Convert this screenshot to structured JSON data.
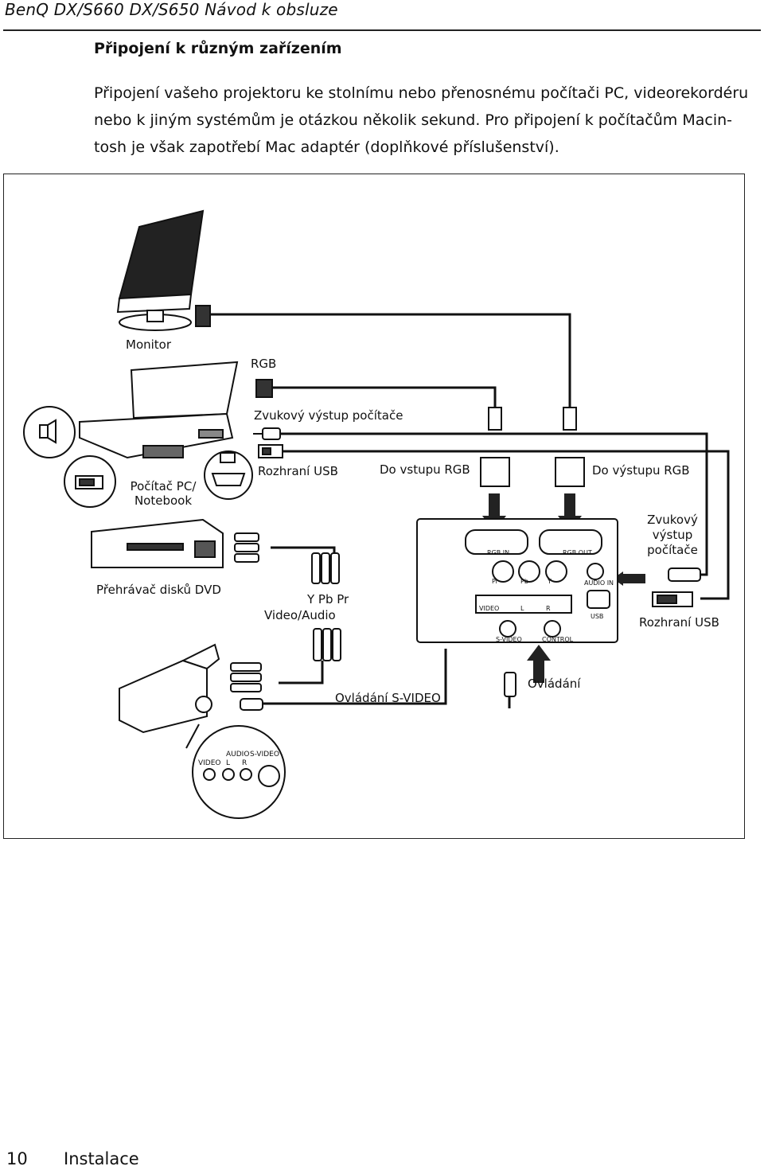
{
  "header": {
    "title": "BenQ DX/S660 DX/S650 Návod k obsluze"
  },
  "section": {
    "title": "Připojení k různým zařízením",
    "intro_lines": [
      "Připojení vašeho projektoru ke stolnímu nebo přenosnému počítači PC, videorekordéru",
      "nebo k jiným systémům je otázkou několik sekund. Pro připojení k počítačům Macin-",
      "tosh je však zapotřebí Mac adaptér (doplňkové příslušenství)."
    ]
  },
  "diagram": {
    "labels": {
      "monitor": "Monitor",
      "rgb": "RGB",
      "pc_audio_out": "Zvukový výstup počítače",
      "pc_notebook_1": "Počítač PC/",
      "pc_notebook_2": "Notebook",
      "usb_interface": "Rozhraní USB",
      "rgb_in_label": "Do vstupu RGB",
      "rgb_out_label": "Do výstupu RGB",
      "pc_audio_out_r1": "Zvukový",
      "pc_audio_out_r2": "výstup",
      "pc_audio_out_r3": "počítače",
      "dvd_player": "Přehrávač disků DVD",
      "ypbpr": "Y Pb Pr",
      "video_audio": "Video/Audio",
      "usb_interface_right": "Rozhraní USB",
      "svideo_control": "Ovládání S-VIDEO",
      "control": "Ovládání"
    },
    "panel": {
      "rgb_in": "RGB IN",
      "rgb_out": "RGB OUT",
      "pr": "Pr",
      "pb": "Pb",
      "y": "Y",
      "audio_in": "AUDIO IN",
      "video": "VIDEO",
      "l": "L",
      "r": "R",
      "usb": "USB",
      "s_video": "S-VIDEO",
      "control": "CONTROL"
    },
    "camcorder": {
      "audio": "AUDIO",
      "s_video": "S-VIDEO",
      "video": "VIDEO",
      "l": "L",
      "r": "R"
    }
  },
  "footer": {
    "page_number": "10",
    "section": "Instalace"
  }
}
